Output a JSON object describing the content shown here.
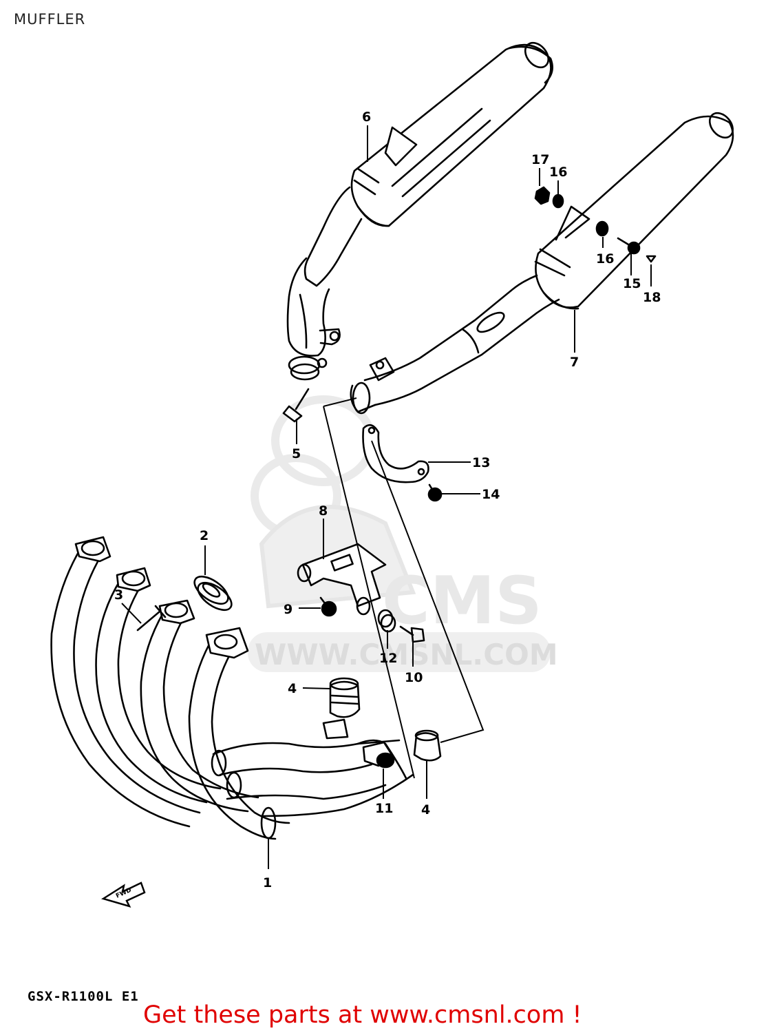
{
  "title": "MUFFLER",
  "model_code": "GSX-R1100L E1",
  "footer": {
    "link_text": "Get these parts at www.cmsnl.com !",
    "color": "#e00000"
  },
  "watermark": {
    "brand": "CMS",
    "url": "WWW.CMSNL.COM",
    "color": "#e6e6e6"
  },
  "direction_marker": "FWD",
  "callouts": [
    {
      "id": "p1",
      "label": "1"
    },
    {
      "id": "p2",
      "label": "2"
    },
    {
      "id": "p3",
      "label": "3"
    },
    {
      "id": "p4a",
      "label": "4"
    },
    {
      "id": "p4b",
      "label": "4"
    },
    {
      "id": "p5",
      "label": "5"
    },
    {
      "id": "p6",
      "label": "6"
    },
    {
      "id": "p7",
      "label": "7"
    },
    {
      "id": "p8",
      "label": "8"
    },
    {
      "id": "p9",
      "label": "9"
    },
    {
      "id": "p10",
      "label": "10"
    },
    {
      "id": "p11",
      "label": "11"
    },
    {
      "id": "p12",
      "label": "12"
    },
    {
      "id": "p13",
      "label": "13"
    },
    {
      "id": "p14",
      "label": "14"
    },
    {
      "id": "p15",
      "label": "15"
    },
    {
      "id": "p16a",
      "label": "16"
    },
    {
      "id": "p16b",
      "label": "16"
    },
    {
      "id": "p17",
      "label": "17"
    },
    {
      "id": "p18",
      "label": "18"
    }
  ]
}
